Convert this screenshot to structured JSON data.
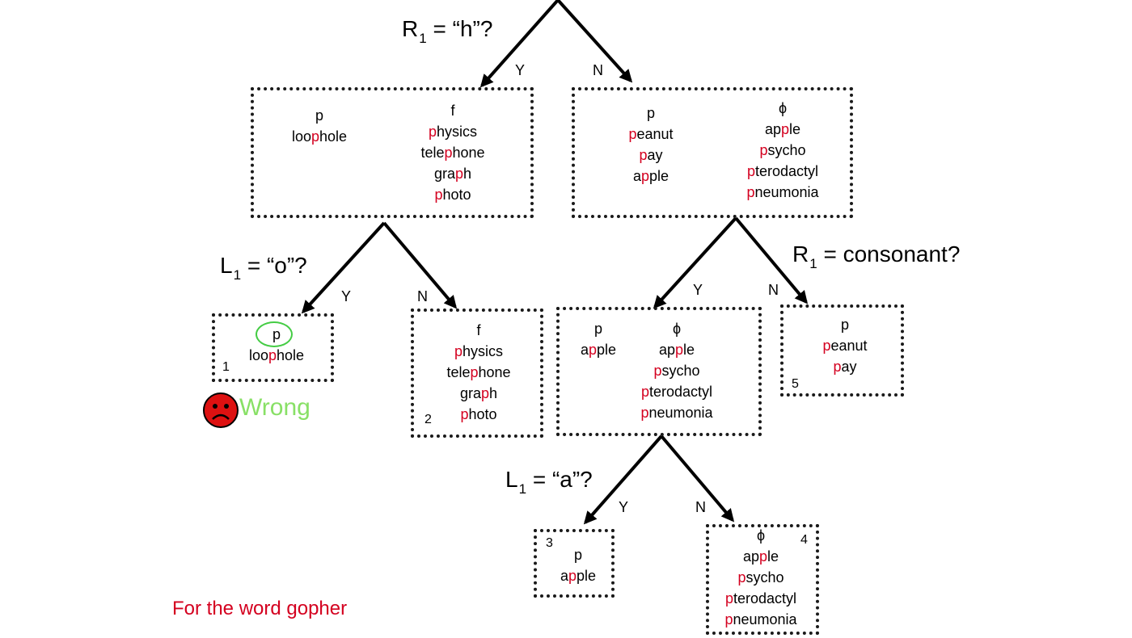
{
  "questions": {
    "root": {
      "pre": "R",
      "sub": "1",
      "post": " = “h”?"
    },
    "left": {
      "pre": "L",
      "sub": "1",
      "post": " = “o”?"
    },
    "right": {
      "pre": "R",
      "sub": "1",
      "post": " = consonant?"
    },
    "mid": {
      "pre": "L",
      "sub": "1",
      "post": " = “a”?"
    }
  },
  "edge_labels": {
    "yes": "Y",
    "no": "N"
  },
  "nodes": {
    "root_yes": {
      "col_p": {
        "head": "p",
        "words": [
          [
            "loo",
            "p",
            "hole"
          ]
        ]
      },
      "col_f": {
        "head": "f",
        "words": [
          [
            "",
            "p",
            "hysics"
          ],
          [
            "tele",
            "p",
            "hone"
          ],
          [
            "gra",
            "p",
            "h"
          ],
          [
            "",
            "p",
            "hoto"
          ]
        ]
      }
    },
    "root_no": {
      "col_p": {
        "head": "p",
        "words": [
          [
            "",
            "p",
            "eanut"
          ],
          [
            "",
            "p",
            "ay"
          ],
          [
            "a",
            "p",
            "ple"
          ]
        ]
      },
      "col_phi": {
        "head": "ϕ",
        "words": [
          [
            "ap",
            "p",
            "le"
          ],
          [
            "",
            "p",
            "sycho"
          ],
          [
            "",
            "p",
            "terodactyl"
          ],
          [
            "",
            "p",
            "neumonia"
          ]
        ]
      }
    },
    "leaf1": {
      "num": "1",
      "head": "p",
      "words": [
        [
          "loo",
          "p",
          "hole"
        ]
      ]
    },
    "leaf2": {
      "num": "2",
      "head": "f",
      "words": [
        [
          "",
          "p",
          "hysics"
        ],
        [
          "tele",
          "p",
          "hone"
        ],
        [
          "gra",
          "p",
          "h"
        ],
        [
          "",
          "p",
          "hoto"
        ]
      ]
    },
    "mid_node": {
      "col_p": {
        "head": "p",
        "words": [
          [
            "a",
            "p",
            "ple"
          ]
        ]
      },
      "col_phi": {
        "head": "ϕ",
        "words": [
          [
            "ap",
            "p",
            "le"
          ],
          [
            "",
            "p",
            "sycho"
          ],
          [
            "",
            "p",
            "terodactyl"
          ],
          [
            "",
            "p",
            "neumonia"
          ]
        ]
      }
    },
    "leaf3": {
      "num": "3",
      "head": "p",
      "words": [
        [
          "a",
          "p",
          "ple"
        ]
      ]
    },
    "leaf4": {
      "num": "4",
      "head": "ϕ",
      "words": [
        [
          "ap",
          "p",
          "le"
        ],
        [
          "",
          "p",
          "sycho"
        ],
        [
          "",
          "p",
          "terodactyl"
        ],
        [
          "",
          "p",
          "neumonia"
        ]
      ]
    },
    "leaf5": {
      "num": "5",
      "head": "p",
      "words": [
        [
          "",
          "p",
          "eanut"
        ],
        [
          "",
          "p",
          "ay"
        ]
      ]
    }
  },
  "wrong_label": "Wrong",
  "caption": "For the word gopher",
  "colors": {
    "highlight": "#d4001f",
    "wrong": "#88e066",
    "circle": "#44cc44",
    "face": "#dd1111",
    "caption": "#d4001f"
  }
}
